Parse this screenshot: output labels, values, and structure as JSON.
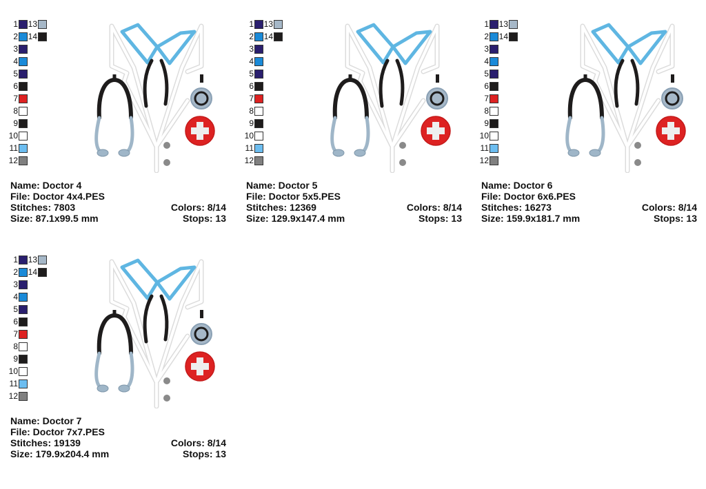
{
  "palette": {
    "colors": [
      {
        "num": "1",
        "hex": "#2a1f6e"
      },
      {
        "num": "2",
        "hex": "#1a8ad8"
      },
      {
        "num": "3",
        "hex": "#2a1f6e"
      },
      {
        "num": "4",
        "hex": "#1a8ad8"
      },
      {
        "num": "5",
        "hex": "#2a1f6e"
      },
      {
        "num": "6",
        "hex": "#1e1c1c"
      },
      {
        "num": "7",
        "hex": "#dd2222"
      },
      {
        "num": "8",
        "hex": "#ffffff"
      },
      {
        "num": "9",
        "hex": "#1e1c1c"
      },
      {
        "num": "10",
        "hex": "#ffffff"
      },
      {
        "num": "11",
        "hex": "#6cbdf0"
      },
      {
        "num": "12",
        "hex": "#808080"
      },
      {
        "num": "13",
        "hex": "#a6b8c8"
      },
      {
        "num": "14",
        "hex": "#1e1c1c"
      }
    ]
  },
  "designs": [
    {
      "name_label": "Name: Doctor 4",
      "file_label": "File: Doctor 4x4.PES",
      "stitches_label": "Stitches: 7803",
      "colors_label": "Colors: 8/14",
      "size_label": "Size: 87.1x99.5 mm",
      "stops_label": "Stops: 13"
    },
    {
      "name_label": "Name: Doctor 5",
      "file_label": "File: Doctor 5x5.PES",
      "stitches_label": "Stitches: 12369",
      "colors_label": "Colors: 8/14",
      "size_label": "Size: 129.9x147.4 mm",
      "stops_label": "Stops: 13"
    },
    {
      "name_label": "Name: Doctor 6",
      "file_label": "File: Doctor 6x6.PES",
      "stitches_label": "Stitches: 16273",
      "colors_label": "Colors: 8/14",
      "size_label": "Size: 159.9x181.7 mm",
      "stops_label": "Stops: 13"
    },
    {
      "name_label": "Name: Doctor 7",
      "file_label": "File: Doctor 7x7.PES",
      "stitches_label": "Stitches: 19139",
      "colors_label": "Colors: 8/14",
      "size_label": "Size: 179.9x204.4 mm",
      "stops_label": "Stops: 13"
    }
  ]
}
